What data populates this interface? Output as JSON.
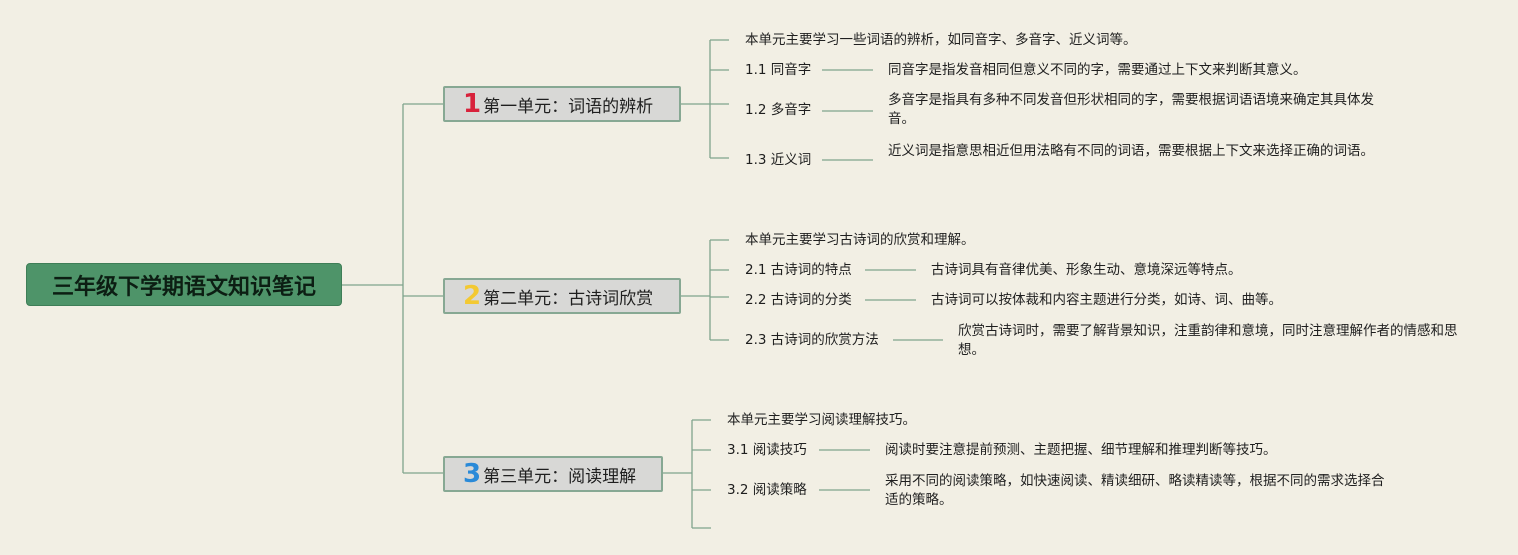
{
  "root": {
    "title": "三年级下学期语文知识笔记"
  },
  "units": [
    {
      "number": "1",
      "number_color": "#d8223b",
      "title": "第一单元：词语的辨析",
      "summary": "本单元主要学习一些词语的辨析，如同音字、多音字、近义词等。",
      "topics": [
        {
          "label": "1.1 同音字",
          "desc": "同音字是指发音相同但意义不同的字，需要通过上下文来判断其意义。"
        },
        {
          "label": "1.2 多音字",
          "desc": "多音字是指具有多种不同发音但形状相同的字，需要根据词语语境来确定其具体发音。"
        },
        {
          "label": "1.3 近义词",
          "desc": "近义词是指意思相近但用法略有不同的词语，需要根据上下文来选择正确的词语。"
        }
      ]
    },
    {
      "number": "2",
      "number_color": "#f3c932",
      "title": "第二单元：古诗词欣赏",
      "summary": "本单元主要学习古诗词的欣赏和理解。",
      "topics": [
        {
          "label": "2.1 古诗词的特点",
          "desc": "古诗词具有音律优美、形象生动、意境深远等特点。"
        },
        {
          "label": "2.2 古诗词的分类",
          "desc": "古诗词可以按体裁和内容主题进行分类，如诗、词、曲等。"
        },
        {
          "label": "2.3 古诗词的欣赏方法",
          "desc": "欣赏古诗词时，需要了解背景知识，注重韵律和意境，同时注意理解作者的情感和思想。"
        }
      ]
    },
    {
      "number": "3",
      "number_color": "#2a8ad8",
      "title": "第三单元：阅读理解",
      "summary": "本单元主要学习阅读理解技巧。",
      "topics": [
        {
          "label": "3.1 阅读技巧",
          "desc": "阅读时要注意提前预测、主题把握、细节理解和推理判断等技巧。"
        },
        {
          "label": "3.2 阅读策略",
          "desc": "采用不同的阅读策略，如快速阅读、精读细研、略读精读等，根据不同的需求选择合适的策略。"
        }
      ]
    }
  ]
}
